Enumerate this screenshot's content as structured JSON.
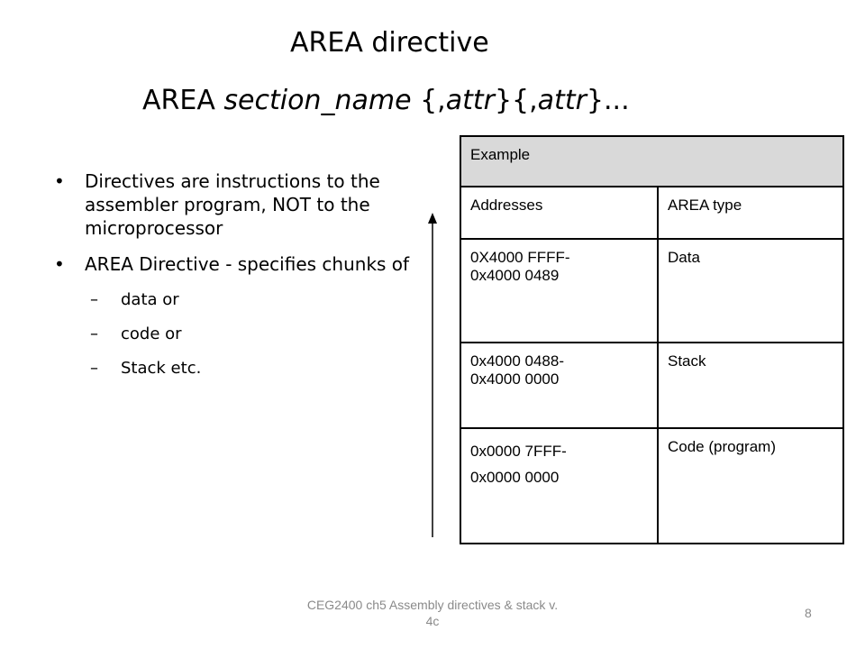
{
  "slide": {
    "title": "AREA directive",
    "syntax": {
      "keyword": "AREA",
      "section_name": "section_name",
      "open1": " {,",
      "attr1": "attr",
      "mid": "}{,",
      "attr2": "attr",
      "close": "}..."
    },
    "bullets": [
      {
        "text": "Directives are instructions to the assembler program, NOT to the microprocessor"
      },
      {
        "text": "AREA Directive - specifies chunks of"
      }
    ],
    "sub_bullets": [
      "data or",
      "code or",
      "Stack etc."
    ],
    "table": {
      "header": "Example",
      "columns": [
        "Addresses",
        "AREA type"
      ],
      "rows": [
        {
          "addr1": "0X4000 FFFF-",
          "addr2": "0x4000 0489",
          "type": "Data"
        },
        {
          "addr1": "0x4000 0488-",
          "addr2": "0x4000 0000",
          "type": "Stack"
        },
        {
          "addr1": "0x0000 7FFF-",
          "addr2": "0x0000 0000",
          "type": "Code (program)"
        }
      ]
    },
    "footer": "CEG2400 ch5 Assembly directives & stack v. 4c",
    "page_number": "8"
  }
}
